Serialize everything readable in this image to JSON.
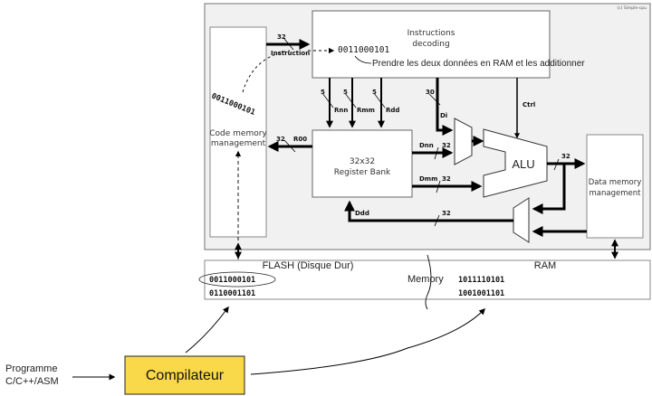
{
  "copyright": "(c) Simple-cpu",
  "cpu": {
    "instruction_decoder": {
      "title_line1": "Instructions",
      "title_line2": "decoding",
      "current_instruction": "0011000101",
      "annotation": "Prendre les deux données en RAM et les additionner"
    },
    "code_memory": {
      "label_line1": "Code memory",
      "label_line2": "management",
      "fetched_word": "0011000101"
    },
    "register_bank": {
      "label_line1": "32x32",
      "label_line2": "Register Bank"
    },
    "alu": {
      "label": "ALU"
    },
    "data_memory": {
      "label_line1": "Data memory",
      "label_line2": "management"
    },
    "buses": {
      "instruction": {
        "label": "Instruction",
        "width": "32"
      },
      "rnn": {
        "label": "Rnn",
        "width": "5"
      },
      "rmm": {
        "label": "Rmm",
        "width": "5"
      },
      "rdd": {
        "label": "Rdd",
        "width": "5"
      },
      "di": {
        "label": "Di",
        "width": "30"
      },
      "ctrl": {
        "label": "Ctrl"
      },
      "r00": {
        "label": "R00",
        "width": "32"
      },
      "dnn": {
        "label": "Dnn",
        "width": "32"
      },
      "dmm": {
        "label": "Dmm",
        "width": "32"
      },
      "ddd": {
        "label": "Ddd",
        "width": "32"
      },
      "alu_out": {
        "width": "32"
      }
    }
  },
  "memory": {
    "label": "Memory",
    "flash": {
      "title": "FLASH (Disque Dur)",
      "words": [
        "0011000101",
        "0110001101"
      ]
    },
    "ram": {
      "title": "RAM",
      "words": [
        "1011110101",
        "1001001101"
      ]
    }
  },
  "toolchain": {
    "source_line1": "Programme",
    "source_line2": "C/C++/ASM",
    "compiler": "Compilateur",
    "compiler_color": "#f9d949"
  }
}
